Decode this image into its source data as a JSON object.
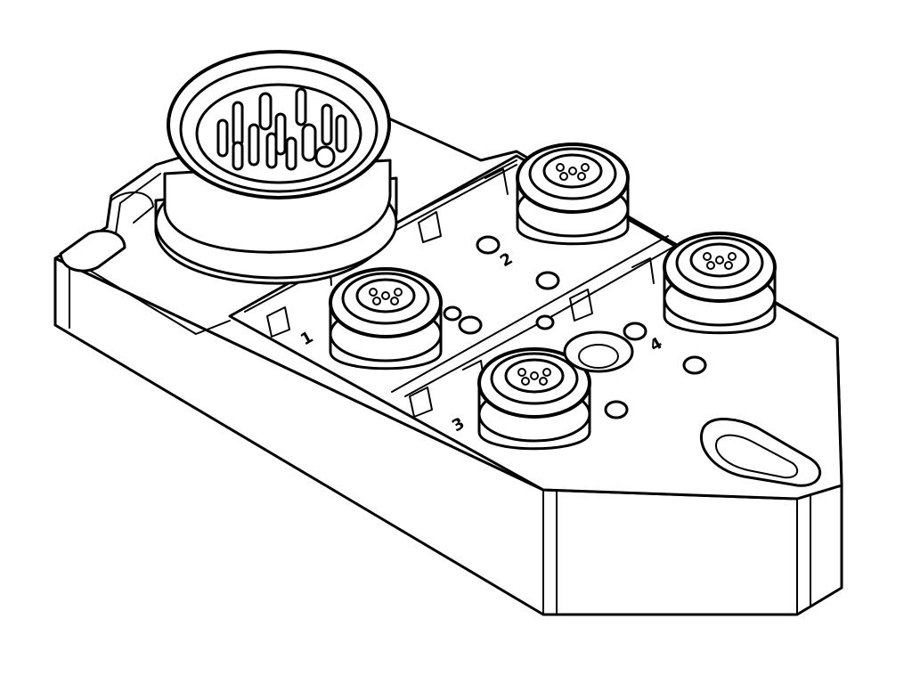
{
  "figure": {
    "subject": "connector-distribution-box",
    "line_color": "#000000",
    "background": "#ffffff",
    "main_connector": {
      "icon": "multi-pin-male-connector"
    },
    "port_sockets": [
      {
        "id": "port-socket-1",
        "icon": "female-socket"
      },
      {
        "id": "port-socket-2",
        "icon": "female-socket"
      },
      {
        "id": "port-socket-3",
        "icon": "female-socket"
      },
      {
        "id": "port-socket-4",
        "icon": "female-socket"
      }
    ],
    "port_markings": [
      {
        "id": "marking-1",
        "text": "1"
      },
      {
        "id": "marking-2",
        "text": "2"
      },
      {
        "id": "marking-3",
        "text": "3"
      },
      {
        "id": "marking-4",
        "text": "4"
      }
    ],
    "indicator_leds": {
      "count": 8,
      "icon": "led-indicator"
    },
    "mounting_hole": {
      "icon": "slotted-mounting-hole"
    },
    "center_hole": {
      "icon": "center-hole"
    }
  }
}
